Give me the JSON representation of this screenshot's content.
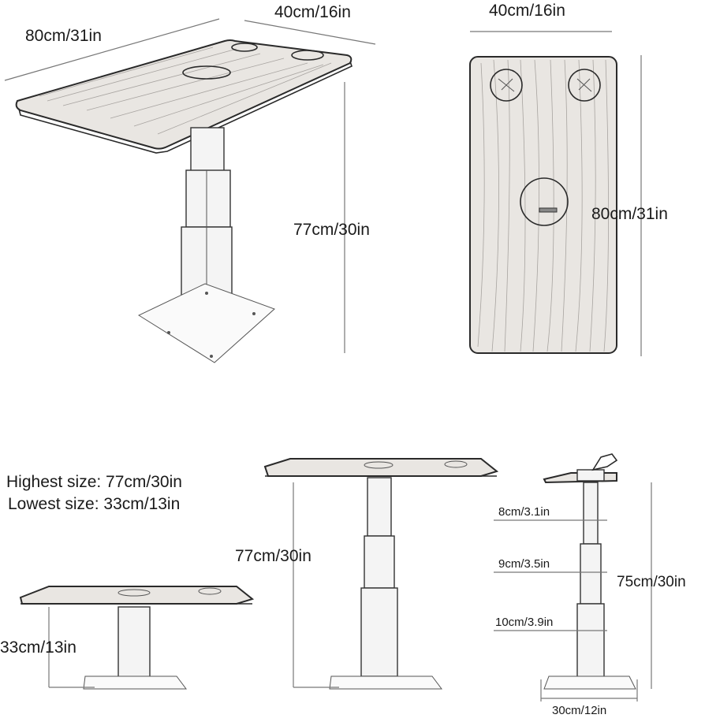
{
  "top_view": {
    "length_label": "80cm/31in",
    "width_label": "40cm/16in",
    "height_label": "77cm/30in"
  },
  "plan_view": {
    "width_label": "40cm/16in",
    "length_label": "80cm/31in"
  },
  "range": {
    "highest": "Highest size: 77cm/30in",
    "lowest": "Lowest size: 33cm/13in"
  },
  "low_view": {
    "height_label": "33cm/13in"
  },
  "high_view": {
    "height_label": "77cm/30in"
  },
  "side_view": {
    "section1": "8cm/3.1in",
    "section2": "9cm/3.5in",
    "section3": "10cm/3.9in",
    "total_height": "75cm/30in",
    "base_width": "30cm/12in"
  }
}
